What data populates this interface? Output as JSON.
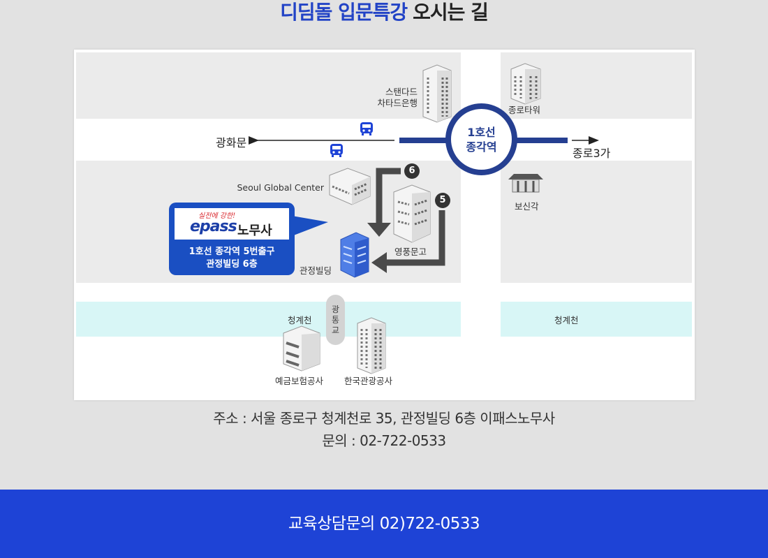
{
  "title": {
    "highlight": "디딤돌 입문특강",
    "rest": "오시는 길"
  },
  "map": {
    "station": {
      "line": "1호선",
      "name": "종각역"
    },
    "left_direction": "광화문",
    "right_direction": "종로3가",
    "buildings": {
      "standard_chartered": [
        "스탠다드",
        "차타드은행"
      ],
      "jongno_tower": "종로타워",
      "seoul_global_center": "Seoul Global Center",
      "bosingak": "보신각",
      "youngpoong": "영풍문고",
      "gwanjeong": "관정빌딩",
      "kdic": "예금보험공사",
      "kto": "한국관광공사"
    },
    "stream_left": "청계천",
    "stream_right": "청계천",
    "bridge_chars": [
      "광",
      "통",
      "교"
    ],
    "exits": {
      "exit6": "6",
      "exit5": "5"
    },
    "callout": {
      "logo_small": "실전에 강한!",
      "logo_epass": "epass",
      "logo_nomusa": "노무사",
      "line1": "1호선 종각역 5번출구",
      "line2": "관정빌딩 6층"
    },
    "colors": {
      "station_blue": "#253f91",
      "callout_blue": "#1a4fc2",
      "stream": "#d8f6f6"
    }
  },
  "address": "주소 : 서울 종로구 청계천로 35, 관정빌딩 6층 이패스노무사",
  "phone": "문의 : 02-722-0533",
  "footer": {
    "text": "교육상담문의 02)722-0533",
    "color": "#1e43d6"
  }
}
